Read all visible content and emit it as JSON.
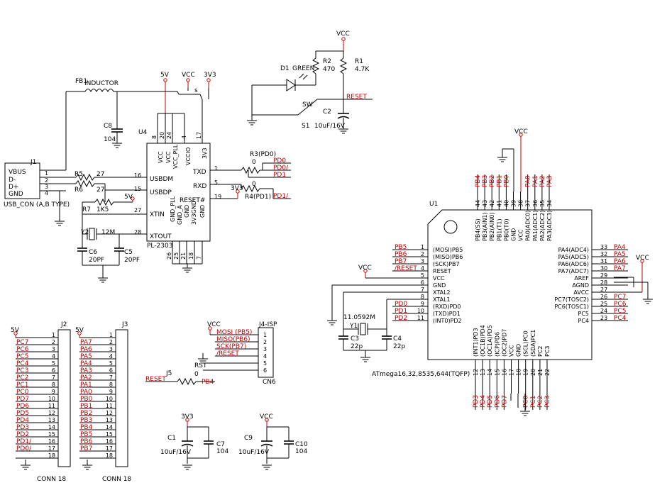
{
  "power": {
    "vcc": "VCC",
    "v5": "5V",
    "v3v3": "3V3"
  },
  "fb1": {
    "ref": "FB1",
    "value": "INDUCTOR"
  },
  "j1": {
    "ref": "J1",
    "pins": [
      {
        "num": "1",
        "name": "VBUS"
      },
      {
        "num": "2",
        "name": "D-"
      },
      {
        "num": "3",
        "name": "D+"
      },
      {
        "num": "4",
        "name": "GND"
      }
    ],
    "footer": "USB_CON (A,B TYPE)"
  },
  "c8": {
    "ref": "C8",
    "value": "104"
  },
  "s_jumper": "s",
  "u4": {
    "ref": "U4",
    "part": "PL-2303",
    "top_pins": [
      {
        "num": "8",
        "name": "VCC"
      },
      {
        "num": "20",
        "name": "VCC"
      },
      {
        "num": "24",
        "name": "VCC_PLL"
      },
      {
        "num": "4",
        "name": "VCCIO"
      },
      {
        "num": "17",
        "name": "3V3"
      }
    ],
    "left_pins": [
      {
        "num": "16",
        "name": "USBDM"
      },
      {
        "num": "15",
        "name": "USBDP"
      },
      {
        "num": "27",
        "name": "XTIN"
      },
      {
        "num": "28",
        "name": "XTOUT"
      }
    ],
    "right_pins": [
      {
        "num": "1",
        "name": "TXD"
      },
      {
        "num": "5",
        "name": "RXD"
      },
      {
        "num": "19",
        "name": "RESET#"
      }
    ],
    "bottom_pins": [
      {
        "num": "26",
        "name": "GND_PLL"
      },
      {
        "num": "25",
        "name": "GND_A"
      },
      {
        "num": "21",
        "name": "GND"
      },
      {
        "num": "18",
        "name": "3V3GND"
      },
      {
        "num": "7",
        "name": "GND"
      }
    ]
  },
  "r5": {
    "ref": "R5",
    "value": "27"
  },
  "r6": {
    "ref": "R6",
    "value": "27"
  },
  "r7": {
    "ref": "R7",
    "value": "1K5"
  },
  "y2": {
    "ref": "Y2",
    "value": "12M"
  },
  "c6": {
    "ref": "C6",
    "value": "20PF"
  },
  "c5": {
    "ref": "C5",
    "value": "20PF"
  },
  "r3": {
    "ref": "R3(PD0)",
    "value": "0"
  },
  "r4": {
    "ref": "R4(PD1)",
    "value": "0"
  },
  "u4_nets": {
    "pd0": "PD0",
    "pd0b": "PD0/",
    "pd1": "PD1",
    "pd1b": "PD1/"
  },
  "led": {
    "ref": "D1",
    "value": "GREEN"
  },
  "r2": {
    "ref": "R2",
    "value": "470"
  },
  "r1": {
    "ref": "R1",
    "value": "4.7K"
  },
  "reset_net": "RESET",
  "sw": {
    "ref": "S1",
    "label": "SW"
  },
  "c2": {
    "ref": "C2",
    "value": "10uF/16V"
  },
  "u1": {
    "ref": "U1",
    "part": "ATmega16,32,8535,644(TQFP)",
    "top_pins": [
      {
        "num": "44",
        "name": "PB4(SS)",
        "net": "PB4"
      },
      {
        "num": "43",
        "name": "PB3(AIN1)",
        "net": "PB3"
      },
      {
        "num": "42",
        "name": "PB2(AIN0)",
        "net": "PB2"
      },
      {
        "num": "41",
        "name": "PB1(T1)",
        "net": "PB1"
      },
      {
        "num": "40",
        "name": "PB0(T0)",
        "net": "PB0"
      },
      {
        "num": "39",
        "name": "GND",
        "net": ""
      },
      {
        "num": "38",
        "name": "VCC",
        "net": ""
      },
      {
        "num": "37",
        "name": "PA0(ADC0)",
        "net": "PA0"
      },
      {
        "num": "36",
        "name": "PA1(ADC1)",
        "net": "PA1"
      },
      {
        "num": "35",
        "name": "PA2(ADC2)",
        "net": "PA2"
      },
      {
        "num": "34",
        "name": "PA3(ADC3)",
        "net": "PA3"
      }
    ],
    "left_pins": [
      {
        "num": "1",
        "name": "(MOSI)PB5",
        "net": "PB5"
      },
      {
        "num": "2",
        "name": "(MISO)PB6",
        "net": "PB6"
      },
      {
        "num": "3",
        "name": "(SCK)PB7",
        "net": "PB7"
      },
      {
        "num": "4",
        "name": "RESET",
        "net": "/RESET"
      },
      {
        "num": "5",
        "name": "VCC",
        "net": ""
      },
      {
        "num": "6",
        "name": "GND",
        "net": ""
      },
      {
        "num": "7",
        "name": "XTAL2",
        "net": ""
      },
      {
        "num": "8",
        "name": "XTAL1",
        "net": ""
      },
      {
        "num": "9",
        "name": "(RXD)PD0",
        "net": "PD0"
      },
      {
        "num": "10",
        "name": "(TXD)PD1",
        "net": "PD1"
      },
      {
        "num": "11",
        "name": "(INT0)PD2",
        "net": "PD2"
      }
    ],
    "right_pins": [
      {
        "num": "33",
        "name": "PA4(ADC4)",
        "net": "PA4"
      },
      {
        "num": "32",
        "name": "PA5(ADC5)",
        "net": "PA5"
      },
      {
        "num": "31",
        "name": "PA6(ADC6)",
        "net": "PA6"
      },
      {
        "num": "30",
        "name": "PA7(ADC7)",
        "net": "PA7"
      },
      {
        "num": "29",
        "name": "AREF",
        "net": ""
      },
      {
        "num": "28",
        "name": "AGND",
        "net": ""
      },
      {
        "num": "27",
        "name": "AVCC",
        "net": ""
      },
      {
        "num": "26",
        "name": "PC7(TOSC2)",
        "net": "PC7"
      },
      {
        "num": "25",
        "name": "PC6(TOSC1)",
        "net": "PC6"
      },
      {
        "num": "24",
        "name": "PC5",
        "net": "PC5"
      },
      {
        "num": "23",
        "name": "PC4",
        "net": "PC4"
      }
    ],
    "bottom_pins": [
      {
        "num": "12",
        "name": "(INT1)PD3",
        "net": "PD3"
      },
      {
        "num": "13",
        "name": "(OC1B)PD4",
        "net": "PD4"
      },
      {
        "num": "14",
        "name": "(OC1A)PD5",
        "net": "PD5"
      },
      {
        "num": "15",
        "name": "(ICP)PD6",
        "net": "PD6"
      },
      {
        "num": "16",
        "name": "(OC2)PD7",
        "net": "PD7"
      },
      {
        "num": "17",
        "name": "VCC",
        "net": ""
      },
      {
        "num": "18",
        "name": "GND",
        "net": ""
      },
      {
        "num": "19",
        "name": "(SCL)PC0",
        "net": "PC0"
      },
      {
        "num": "20",
        "name": "(SDA)PC1",
        "net": "PC1"
      },
      {
        "num": "21",
        "name": "PC2",
        "net": "PC2"
      },
      {
        "num": "22",
        "name": "PC3",
        "net": "PC3"
      }
    ]
  },
  "y1": {
    "ref": "Y1",
    "value": "11.0592M"
  },
  "c3": {
    "ref": "C3",
    "value": "22p"
  },
  "c4": {
    "ref": "C4",
    "value": "22p"
  },
  "j2": {
    "ref": "J2",
    "footer": "CONN 18",
    "power": "5V",
    "rows": [
      {
        "num": "1",
        "net": ""
      },
      {
        "num": "2",
        "net": "PC7"
      },
      {
        "num": "3",
        "net": "PC6"
      },
      {
        "num": "4",
        "net": "PC5"
      },
      {
        "num": "5",
        "net": "PC4"
      },
      {
        "num": "6",
        "net": "PC3"
      },
      {
        "num": "7",
        "net": "PC2"
      },
      {
        "num": "8",
        "net": "PC1"
      },
      {
        "num": "9",
        "net": "PC0"
      },
      {
        "num": "10",
        "net": "PD7"
      },
      {
        "num": "11",
        "net": "PD6"
      },
      {
        "num": "12",
        "net": "PD5"
      },
      {
        "num": "13",
        "net": "PD4"
      },
      {
        "num": "14",
        "net": "PD3"
      },
      {
        "num": "15",
        "net": "PD2"
      },
      {
        "num": "16",
        "net": "PD1/"
      },
      {
        "num": "17",
        "net": "PD0/"
      },
      {
        "num": "18",
        "net": ""
      }
    ]
  },
  "j3": {
    "ref": "J3",
    "footer": "CONN 18",
    "power": "5V",
    "rows": [
      {
        "num": "1",
        "net": ""
      },
      {
        "num": "2",
        "net": "PA7"
      },
      {
        "num": "3",
        "net": "PA6"
      },
      {
        "num": "4",
        "net": "PA5"
      },
      {
        "num": "5",
        "net": "PA4"
      },
      {
        "num": "6",
        "net": "PA3"
      },
      {
        "num": "7",
        "net": "PA2"
      },
      {
        "num": "8",
        "net": "PA1"
      },
      {
        "num": "9",
        "net": "PA0"
      },
      {
        "num": "10",
        "net": "PB0"
      },
      {
        "num": "11",
        "net": "PB1"
      },
      {
        "num": "12",
        "net": "PB2"
      },
      {
        "num": "13",
        "net": "PB3"
      },
      {
        "num": "14",
        "net": "PB4"
      },
      {
        "num": "15",
        "net": "PB5"
      },
      {
        "num": "16",
        "net": "PB6"
      },
      {
        "num": "17",
        "net": "PB7"
      },
      {
        "num": "18",
        "net": ""
      }
    ]
  },
  "j4": {
    "ref": "J4-ISP",
    "footer": "CN6",
    "rows": [
      {
        "num": "1",
        "net": "MOSI (PB5)"
      },
      {
        "num": "2",
        "net": "MISO(PB6)"
      },
      {
        "num": "3",
        "net": "SCK(PB7)"
      },
      {
        "num": "4",
        "net": "/RESET"
      },
      {
        "num": "5",
        "net": ""
      },
      {
        "num": "6",
        "net": ""
      }
    ],
    "rst_label": "RST"
  },
  "j5": {
    "ref": "J5",
    "value": "0",
    "left_net": "RESET",
    "right_net": "PB4"
  },
  "c1": {
    "ref": "C1",
    "value": "10uF/16V"
  },
  "c7": {
    "ref": "C7",
    "value": "104"
  },
  "c9": {
    "ref": "C9",
    "value": "10uF/16V"
  },
  "c10": {
    "ref": "C10",
    "value": "104"
  }
}
